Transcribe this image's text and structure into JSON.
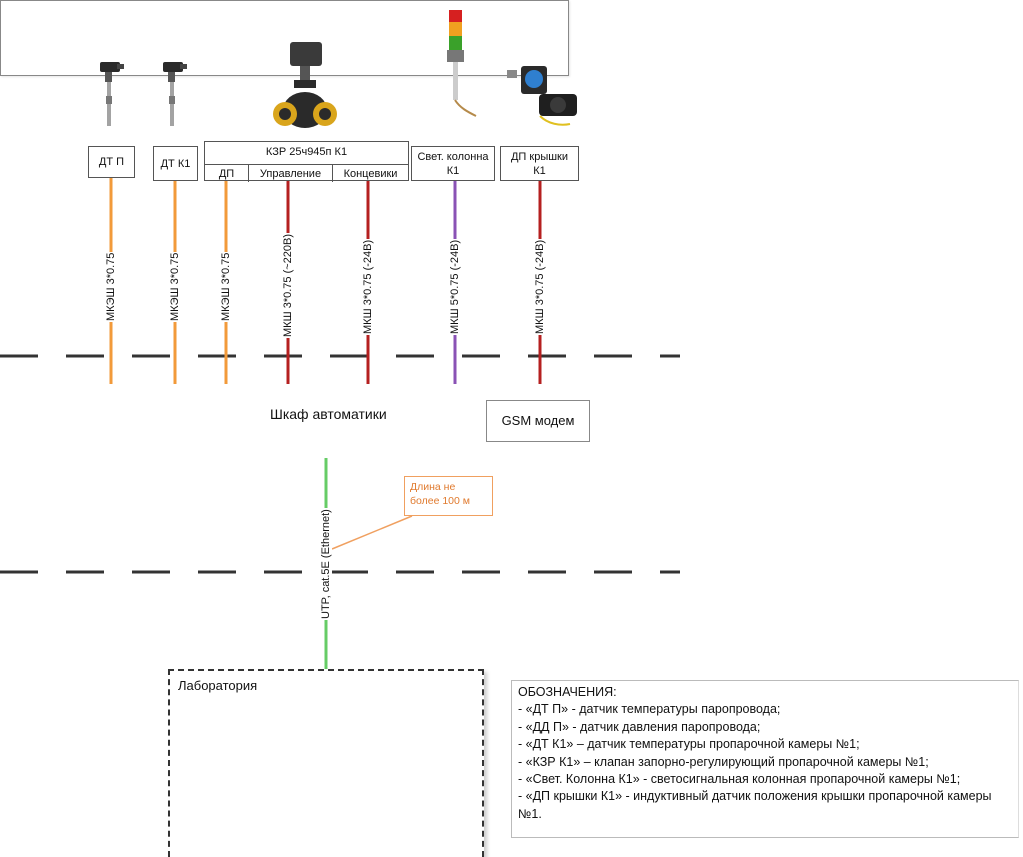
{
  "devices": {
    "dt_p": "ДТ П",
    "dt_k1": "ДТ К1",
    "kzr": {
      "title": "КЗР 25ч945п К1",
      "cells": [
        "ДП",
        "Управление",
        "Концевики"
      ]
    },
    "svet_kolonna": [
      "Свет. колонна",
      "К1"
    ],
    "dp_kryshki": [
      "ДП крышки",
      "К1"
    ]
  },
  "cables": [
    {
      "label": "МКЭШ 3*0.75",
      "color": "#f29a3a"
    },
    {
      "label": "МКЭШ 3*0.75",
      "color": "#f29a3a"
    },
    {
      "label": "МКЭШ 3*0.75",
      "color": "#f29a3a"
    },
    {
      "label": "МКШ 3*0.75 (~220В)",
      "color": "#b52020"
    },
    {
      "label": "МКШ 3*0.75 (-24В)",
      "color": "#b52020"
    },
    {
      "label": "МКШ 5*0.75 (-24В)",
      "color": "#8a52b5"
    },
    {
      "label": "МКШ 3*0.75 (-24В)",
      "color": "#b52020"
    }
  ],
  "cabinet": {
    "title": "Шкаф автоматики",
    "gsm": "GSM модем"
  },
  "ethernet": {
    "label": "UTP, cat.5E (Ethernet)",
    "color": "#66cc66",
    "note": [
      "Длина не",
      "более 100 м"
    ]
  },
  "lab": {
    "title": "Лаборатория"
  },
  "legend": {
    "heading": "ОБОЗНАЧЕНИЯ:",
    "items": [
      "- «ДТ П» - датчик температуры паропровода;",
      "- «ДД П» - датчик давления паропровода;",
      "- «ДТ К1» – датчик температуры пропарочной камеры №1;",
      "- «КЗР К1» – клапан запорно-регулирующий пропарочной камеры №1;",
      "- «Свет. Колонна К1» - светосигнальная колонная пропарочной камеры №1;",
      "- «ДП крышки К1» - индуктивный датчик положения крышки пропарочной камеры №1."
    ]
  }
}
